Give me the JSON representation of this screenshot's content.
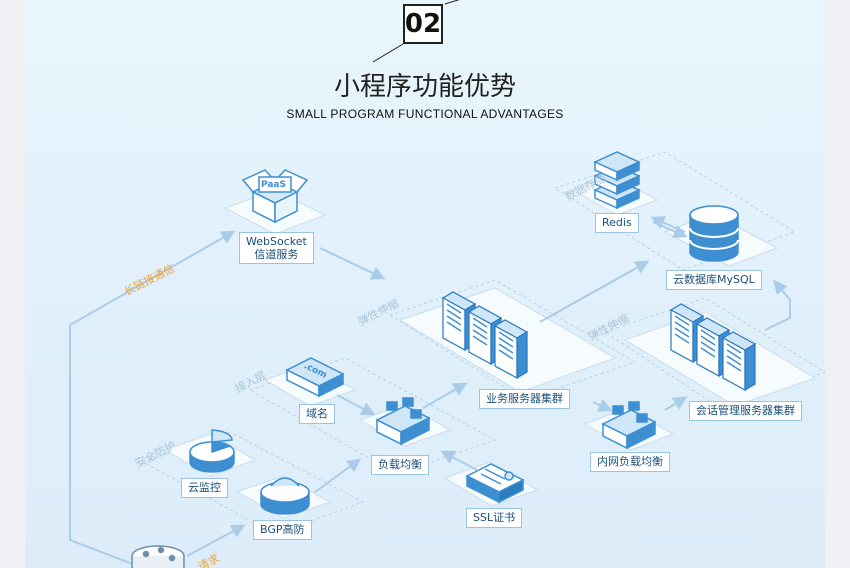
{
  "header": {
    "badge": "02",
    "title": "小程序功能优势",
    "subtitle": "SMALL PROGRAM FUNCTIONAL ADVANTAGES"
  },
  "icons": {
    "paas": "PaaS",
    "domain": ".com"
  },
  "nodes": {
    "websocket_line1": "WebSocket",
    "websocket_line2": "信道服务",
    "redis": "Redis",
    "mysql": "云数据库MySQL",
    "business_cluster": "业务服务器集群",
    "session_cluster": "会话管理服务器集群",
    "domain": "域名",
    "load_balance": "负载均衡",
    "intranet_lb": "内网负载均衡",
    "ssl": "SSL证书",
    "cloud_monitor": "云监控",
    "bgp": "BGP高防"
  },
  "zones": {
    "data_storage": "数据存储",
    "elastic_1": "弹性伸缩",
    "elastic_2": "弹性伸缩",
    "access_layer": "接入层",
    "security": "安全防护"
  },
  "flows": {
    "long_link": "长链接通信",
    "request": "请求"
  },
  "colors": {
    "background": "#e2f1fb",
    "icon_blue": "#3d8fd2",
    "arrow": "#a9cde9",
    "flow_orange": "#f2a33a"
  }
}
